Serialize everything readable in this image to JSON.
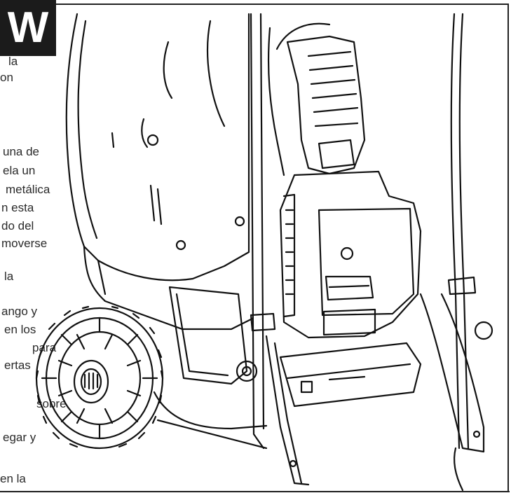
{
  "page": {
    "section_letter": "W",
    "text_fragments": [
      {
        "id": "l1",
        "text": "la"
      },
      {
        "id": "l2",
        "text": "on"
      },
      {
        "id": "l3",
        "text": "una  de"
      },
      {
        "id": "l4",
        "text": "ela  un"
      },
      {
        "id": "l5",
        "text": "metálica"
      },
      {
        "id": "l6",
        "text": "n  esta"
      },
      {
        "id": "l7",
        "text": "do  del"
      },
      {
        "id": "l8",
        "text": "moverse"
      },
      {
        "id": "l9",
        "text": "la"
      },
      {
        "id": "l10",
        "text": "ango  y"
      },
      {
        "id": "l11",
        "text": "en  los"
      },
      {
        "id": "l12",
        "text": "para"
      },
      {
        "id": "l13",
        "text": "ertas"
      },
      {
        "id": "l14",
        "text": "sobre"
      },
      {
        "id": "l15",
        "text": "egar  y"
      },
      {
        "id": "l16",
        "text": "en  la"
      }
    ]
  }
}
